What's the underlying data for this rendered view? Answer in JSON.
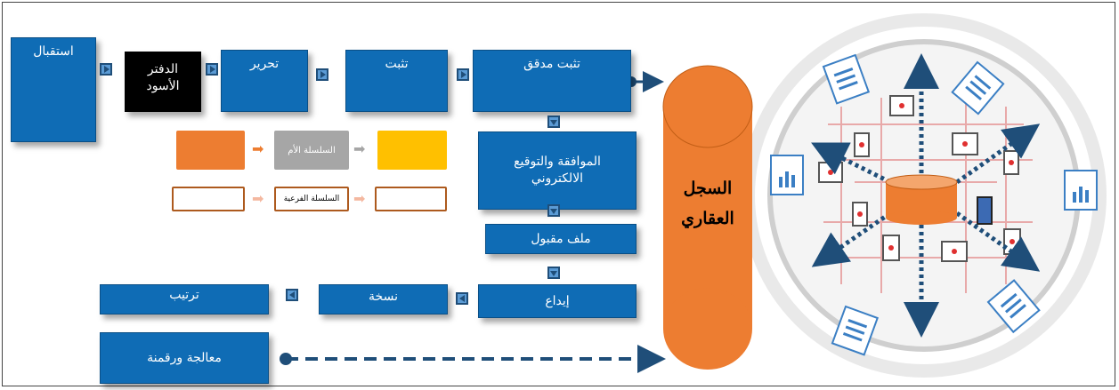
{
  "colors": {
    "box_blue": "#0f6cb5",
    "box_black": "#000000",
    "registry_orange": "#ed7d31",
    "legend_gray": "#a6a6a6",
    "legend_yellow": "#ffc000",
    "arrow_dark": "#1f4e79"
  },
  "flow": {
    "reception": "استقبال",
    "black_ledger": "الدفتر الأسود",
    "editing": "تحرير",
    "verification": "تثبت",
    "audited_verification": "تثبت مدقق",
    "approval_esign": "الموافقة والتوقيع الالكتروني",
    "accepted_file": "ملف مقبول",
    "deposit": "إيداع",
    "copy": "نسخة",
    "ordering": "ترتيب",
    "processing_numbering": "معالجة ورقمنة"
  },
  "legend": {
    "parent_chain": "السلسلة الأم",
    "sub_chain": "السلسلة الفرعية"
  },
  "registry": {
    "label": "السجل العقاري"
  },
  "icons": [
    "right-arrow-connector-icon",
    "left-arrow-connector-icon",
    "down-arrow-connector-icon",
    "database-icon",
    "document-chart-icon",
    "computer-monitor-icon",
    "mobile-device-icon"
  ]
}
